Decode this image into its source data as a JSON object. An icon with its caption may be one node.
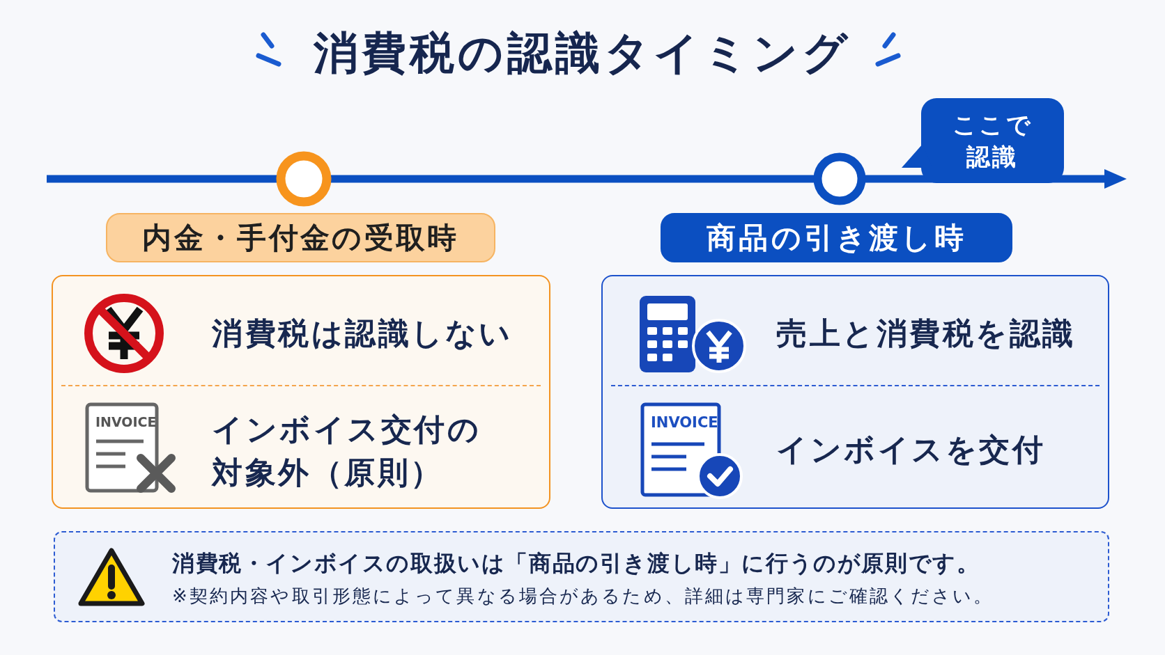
{
  "diagram": {
    "title": "消費税の認識タイミング",
    "nodes": [
      {
        "text": [
          "ここで認識"
        ]
      },
      {
        "text": [
          "内金・手付金の受取時"
        ]
      },
      {
        "text": [
          "商品の引き渡し時"
        ]
      },
      {
        "text": [
          "消費税は認識しない",
          "インボイス交付の対象外（原則）"
        ]
      },
      {
        "text": [
          "売上と消費税を認識",
          "インボイスを交付"
        ]
      },
      {
        "text": [
          "消費税・インボイスの取扱いは「商品の引き渡し時」に行うのが原則です。",
          "※契約内容や取引形態によって異なる場合があるため、詳細は専門家にご確認ください。"
        ]
      }
    ],
    "labels": [
      "INVOICE",
      "INVOICE"
    ]
  }
}
